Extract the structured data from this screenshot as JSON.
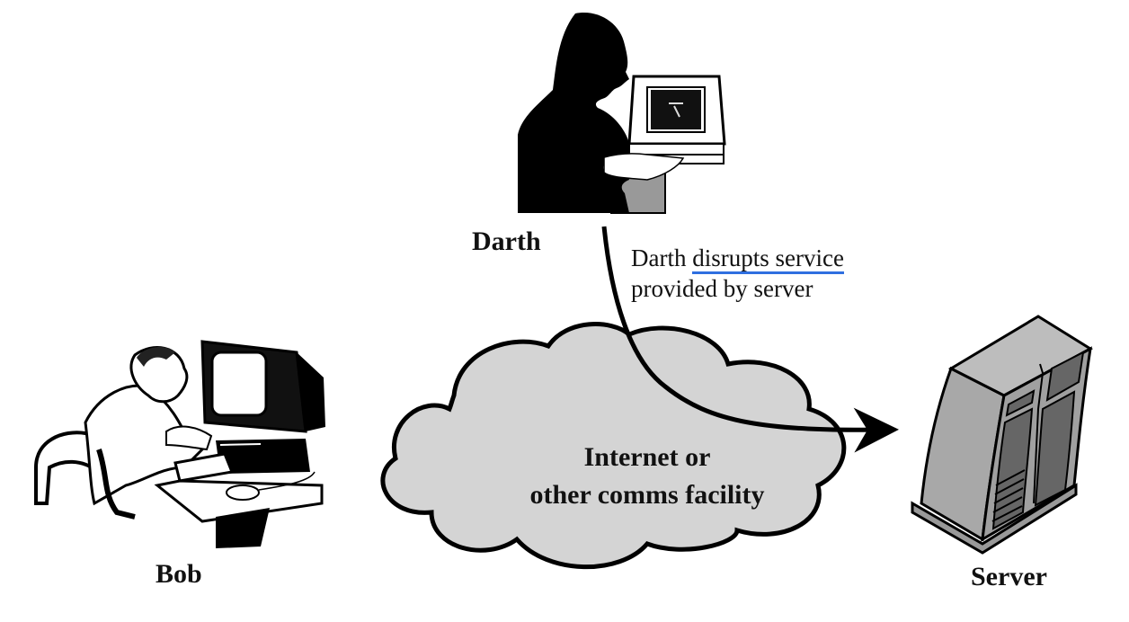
{
  "actors": {
    "bob": {
      "label": "Bob"
    },
    "darth": {
      "label": "Darth"
    },
    "server": {
      "label": "Server"
    }
  },
  "network": {
    "label_line1": "Internet or",
    "label_line2": "other comms facility",
    "fill_color": "#d4d4d4"
  },
  "annotation": {
    "prefix": "Darth ",
    "highlighted": "disrupts service",
    "line2": "provided by server",
    "highlight_color": "#2f6fe0"
  },
  "arrow": {
    "from": "Darth",
    "to": "Server",
    "meaning": "disrupts service"
  }
}
